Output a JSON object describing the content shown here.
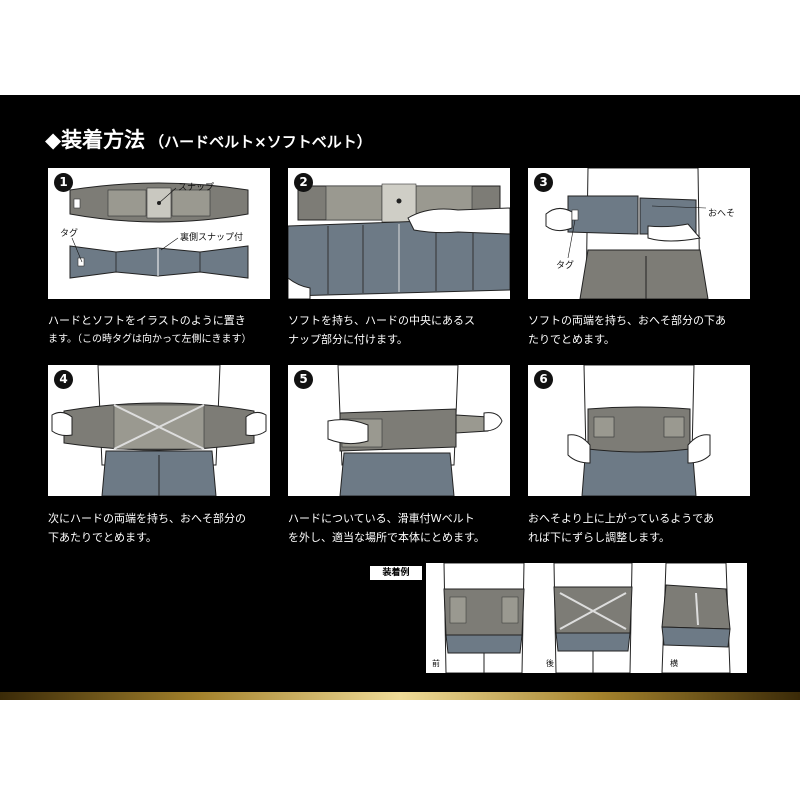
{
  "title": {
    "main": "◆装着方法",
    "sub": "（ハードベルト×ソフトベルト）"
  },
  "steps": [
    {
      "num": "1",
      "labels": {
        "snap": "スナップ",
        "tag": "タグ",
        "back_snap": "裏側スナップ付"
      },
      "caption": [
        "ハードとソフトをイラストのように置き",
        "ます。（この時タグは向かって左側にきます）"
      ]
    },
    {
      "num": "2",
      "caption": [
        "ソフトを持ち、ハードの中央にあるス",
        "ナップ部分に付けます。"
      ]
    },
    {
      "num": "3",
      "labels": {
        "navel": "おへそ",
        "tag": "タグ"
      },
      "caption": [
        "ソフトの両端を持ち、おへそ部分の下あ",
        "たりでとめます。"
      ]
    },
    {
      "num": "4",
      "caption": [
        "次にハードの両端を持ち、おへそ部分の",
        "下あたりでとめます。"
      ]
    },
    {
      "num": "5",
      "caption": [
        "ハードについている、滑車付Ｗベルト",
        "を外し、適当な場所で本体にとめます。"
      ]
    },
    {
      "num": "6",
      "caption": [
        "おへそより上に上がっているようであ",
        "れば下にずらし調整します。"
      ]
    }
  ],
  "example": {
    "tag": "装着例",
    "views": {
      "front": "前",
      "back": "後",
      "side": "横"
    }
  },
  "colors": {
    "belt": "#7d7c76",
    "soft": "#6d7a86",
    "skin": "#ffffff",
    "background": "#000000"
  }
}
